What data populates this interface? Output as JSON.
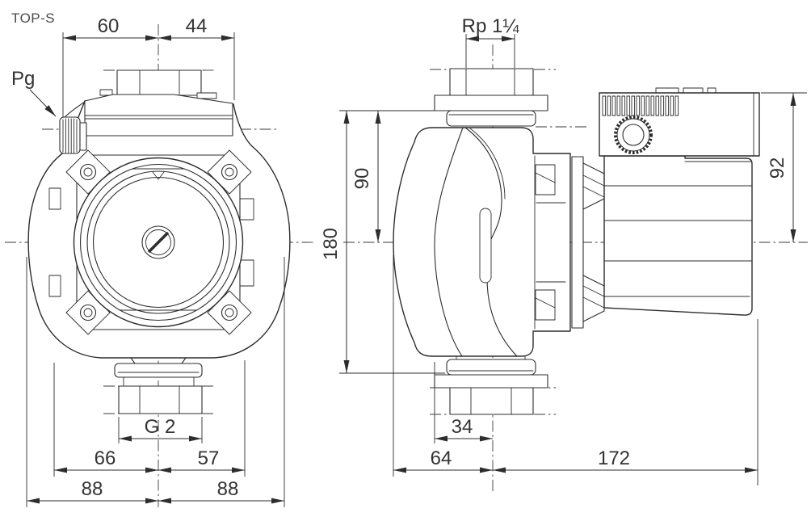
{
  "drawing": {
    "title": "TOP-S",
    "front_view": {
      "dims": {
        "top_left": "60",
        "top_right": "44",
        "gland": "Pg",
        "thread": "G 2",
        "inner_left": "66",
        "inner_right": "57",
        "outer_left": "88",
        "outer_right": "88"
      }
    },
    "side_view": {
      "dims": {
        "thread": "Rp 1¼",
        "center_height": "90",
        "total_height": "180",
        "motor_height": "92",
        "port_half": "34",
        "axis_left": "64",
        "axis_right": "172"
      }
    }
  }
}
